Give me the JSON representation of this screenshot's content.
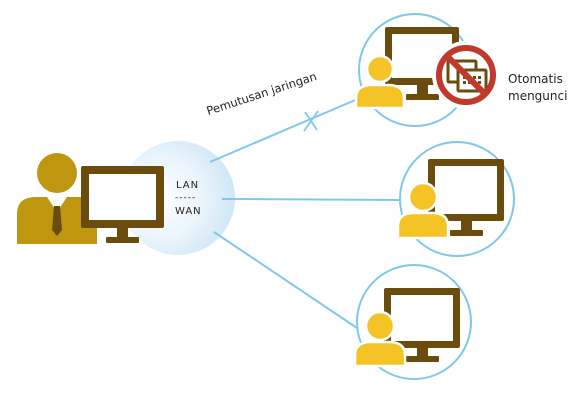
{
  "hub": {
    "lan": "LAN",
    "separator": "-----",
    "wan": "WAN"
  },
  "link_cut_label": "Pemutusan jaringan",
  "locked": {
    "line1": "Otomatis",
    "line2": "mengunci"
  },
  "colors": {
    "link": "#7ec8ec",
    "hub": "#d8edf9",
    "monitor": "#6b4c0f",
    "admin": "#bf9610",
    "user": "#f4c325",
    "blocked": "#c0392b"
  },
  "icons": [
    "admin-person-icon",
    "monitor-icon",
    "user-person-icon",
    "no-entry-icon",
    "screen-lock-icon"
  ]
}
